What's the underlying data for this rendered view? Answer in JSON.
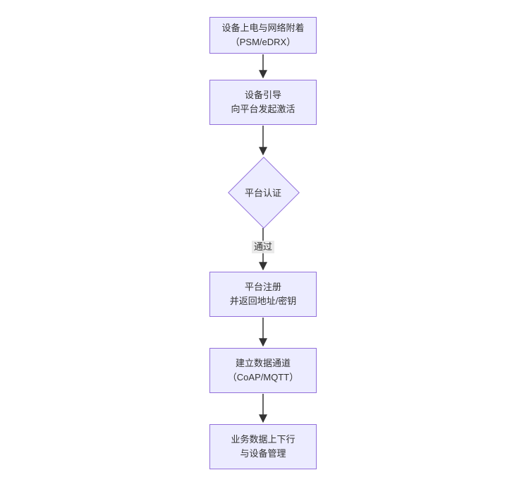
{
  "diagram": {
    "type": "flowchart",
    "direction": "top-down",
    "colors": {
      "node_fill": "#ECECFF",
      "node_border": "#9370DB",
      "arrow": "#333333",
      "text": "#333333",
      "edge_label_bg": "#e8e8e8",
      "background": "#ffffff"
    },
    "nodes": [
      {
        "id": "power-on",
        "shape": "rect",
        "lines": [
          "设备上电与网络附着",
          "（PSM/eDRX）"
        ]
      },
      {
        "id": "bootstrap",
        "shape": "rect",
        "lines": [
          "设备引导",
          "向平台发起激活"
        ]
      },
      {
        "id": "platform-auth",
        "shape": "diamond",
        "lines": [
          "平台认证"
        ]
      },
      {
        "id": "platform-register",
        "shape": "rect",
        "lines": [
          "平台注册",
          "并返回地址/密钥"
        ]
      },
      {
        "id": "data-channel",
        "shape": "rect",
        "lines": [
          "建立数据通道",
          "（CoAP/MQTT）"
        ]
      },
      {
        "id": "business-data",
        "shape": "rect",
        "lines": [
          "业务数据上下行",
          "与设备管理"
        ]
      }
    ],
    "edges": [
      {
        "from": "power-on",
        "to": "bootstrap",
        "label": ""
      },
      {
        "from": "bootstrap",
        "to": "platform-auth",
        "label": ""
      },
      {
        "from": "platform-auth",
        "to": "platform-register",
        "label": "通过"
      },
      {
        "from": "platform-register",
        "to": "data-channel",
        "label": ""
      },
      {
        "from": "data-channel",
        "to": "business-data",
        "label": ""
      }
    ]
  }
}
